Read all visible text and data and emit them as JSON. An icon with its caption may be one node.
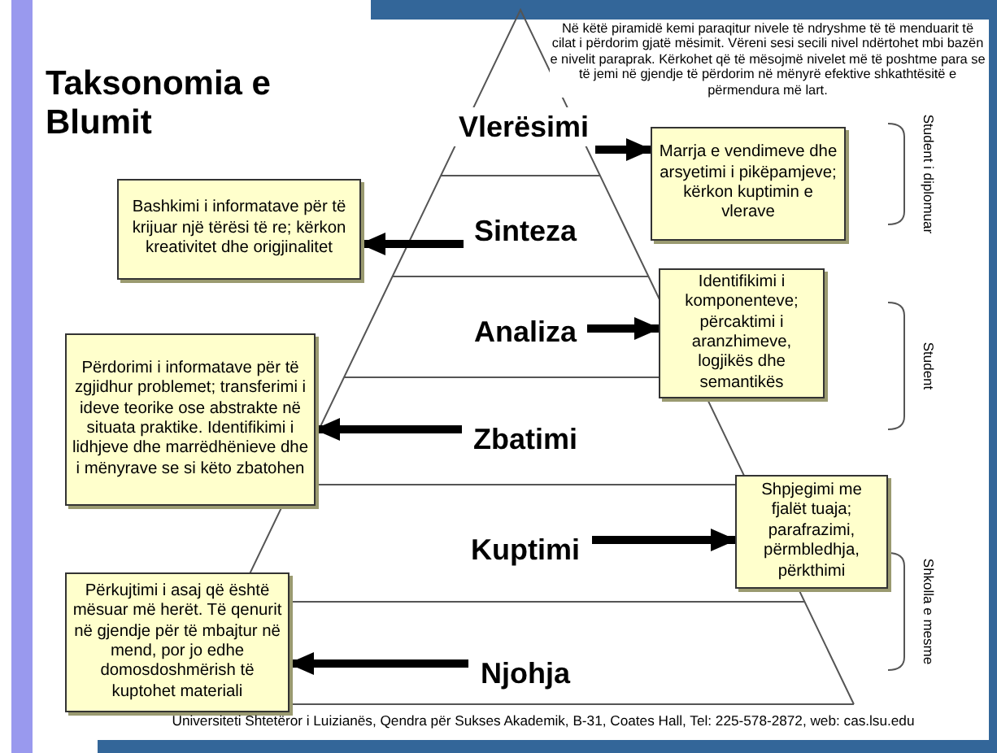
{
  "diagram": {
    "title": "Taksonomia e Blumit",
    "nodes": [
      {
        "text": [
          "Vlerësimi"
        ]
      },
      {
        "text": [
          "Marrja e vendimeve dhe arsyetimi i pikëpamjeve; kërkon kuptimin e vlerave"
        ]
      },
      {
        "text": [
          "Sinteza"
        ]
      },
      {
        "text": [
          "Bashkimi i informatave për të krijuar një tërësi të re; kërkon kreativitet dhe origjinalitet"
        ]
      },
      {
        "text": [
          "Analiza"
        ]
      },
      {
        "text": [
          "Identifikimi i komponenteve; përcaktimi i aranzhimeve, logjikës dhe semantikës"
        ]
      },
      {
        "text": [
          "Zbatimi"
        ]
      },
      {
        "text": [
          "Përdorimi i informatave për të zgjidhur problemet; transferimi i ideve teorike ose abstrakte në situata praktike. Identifikimi i lidhjeve dhe marrëdhënieve dhe i mënyrave se si këto zbatohen"
        ]
      },
      {
        "text": [
          "Kuptimi"
        ]
      },
      {
        "text": [
          "Shpjegimi me fjalët tuaja; parafrazimi, përmbledhja, përkthimi"
        ]
      },
      {
        "text": [
          "Njohja"
        ]
      },
      {
        "text": [
          "Përkujtimi i asaj që është mësuar më herët. Të qenurit në gjendje për të mbajtur në mend, por jo edhe domosdoshmërish të kuptohet materiali"
        ]
      }
    ],
    "edges": [
      {
        "from": 0,
        "to": 1,
        "arrow": "to"
      },
      {
        "from": 2,
        "to": 3,
        "arrow": "to"
      },
      {
        "from": 4,
        "to": 5,
        "arrow": "to"
      },
      {
        "from": 6,
        "to": 7,
        "arrow": "to"
      },
      {
        "from": 8,
        "to": 9,
        "arrow": "to"
      },
      {
        "from": 10,
        "to": 11,
        "arrow": "to"
      }
    ],
    "labels": [
      "Në këtë piramidë kemi paraqitur nivele të ndryshme të të menduarit të cilat i përdorim gjatë mësimit. Vëreni sesi secili nivel ndërtohet mbi bazën e nivelit paraprak. Kërkohet që të mësojmë nivelet më të poshtme para se të jemi në gjendje të përdorim në mënyrë efektive shkathtësitë e përmendura më lart.",
      "Student i diplomuar",
      "Student",
      "Shkolla e mesme",
      "Universiteti Shtetëror i Luizianës, Qendra për Sukses Akademik, B-31, Coates Hall, Tel: 225-578-2872, web: cas.lsu.edu"
    ]
  }
}
